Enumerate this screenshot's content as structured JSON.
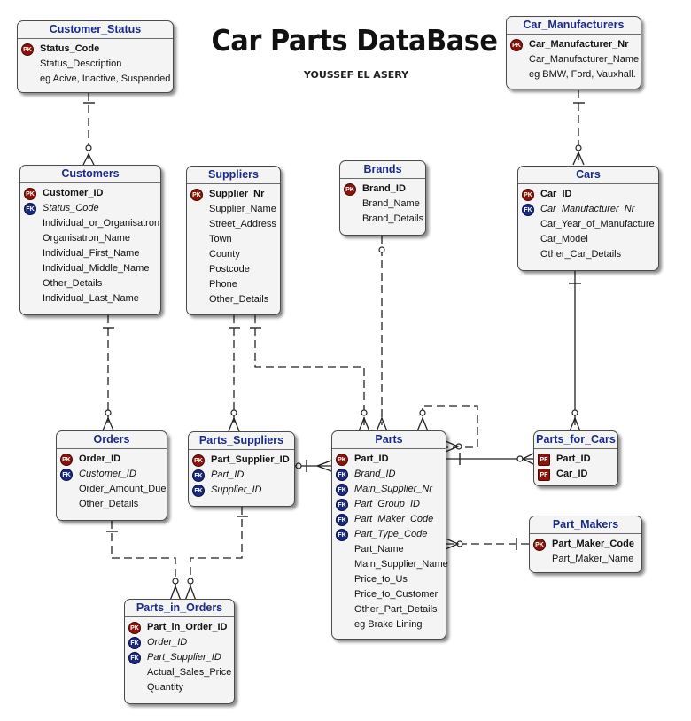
{
  "title": "Car Parts DataBase",
  "author": "YOUSSEF EL ASERY",
  "colors": {
    "header_text": "#1a2a8c",
    "pk_key": "#8a1408",
    "fk_key": "#1a2a80",
    "box_fill": "#f4f4f4"
  },
  "entities": {
    "customer_status": {
      "name": "Customer_Status",
      "fields": [
        {
          "name": "Status_Code",
          "key": "PK"
        },
        {
          "name": "Status_Description",
          "key": ""
        },
        {
          "name": "eg Acive, Inactive, Suspended",
          "key": ""
        }
      ]
    },
    "car_manufacturers": {
      "name": "Car_Manufacturers",
      "fields": [
        {
          "name": "Car_Manufacturer_Nr",
          "key": "PK"
        },
        {
          "name": "Car_Manufacturer_Name",
          "key": ""
        },
        {
          "name": "eg BMW, Ford, Vauxhall.",
          "key": ""
        }
      ]
    },
    "customers": {
      "name": "Customers",
      "fields": [
        {
          "name": "Customer_ID",
          "key": "PK"
        },
        {
          "name": "Status_Code",
          "key": "FK"
        },
        {
          "name": "Individual_or_Organisatron",
          "key": ""
        },
        {
          "name": "Organisatron_Name",
          "key": ""
        },
        {
          "name": "Individual_First_Name",
          "key": ""
        },
        {
          "name": "Individual_Middle_Name",
          "key": ""
        },
        {
          "name": "Other_Details",
          "key": ""
        },
        {
          "name": "Individual_Last_Name",
          "key": ""
        }
      ]
    },
    "suppliers": {
      "name": "Suppliers",
      "fields": [
        {
          "name": "Supplier_Nr",
          "key": "PK"
        },
        {
          "name": "Supplier_Name",
          "key": ""
        },
        {
          "name": "Street_Address",
          "key": ""
        },
        {
          "name": "Town",
          "key": ""
        },
        {
          "name": "County",
          "key": ""
        },
        {
          "name": "Postcode",
          "key": ""
        },
        {
          "name": "Phone",
          "key": ""
        },
        {
          "name": "Other_Details",
          "key": ""
        }
      ]
    },
    "brands": {
      "name": "Brands",
      "fields": [
        {
          "name": "Brand_ID",
          "key": "PK"
        },
        {
          "name": "Brand_Name",
          "key": ""
        },
        {
          "name": "Brand_Details",
          "key": ""
        }
      ]
    },
    "cars": {
      "name": "Cars",
      "fields": [
        {
          "name": "Car_ID",
          "key": "PK"
        },
        {
          "name": "Car_Manufacturer_Nr",
          "key": "FK"
        },
        {
          "name": "Car_Year_of_Manufacture",
          "key": ""
        },
        {
          "name": "Car_Model",
          "key": ""
        },
        {
          "name": "Other_Car_Details",
          "key": ""
        }
      ]
    },
    "orders": {
      "name": "Orders",
      "fields": [
        {
          "name": "Order_ID",
          "key": "PK"
        },
        {
          "name": "Customer_ID",
          "key": "FK"
        },
        {
          "name": "Order_Amount_Due",
          "key": ""
        },
        {
          "name": "Other_Details",
          "key": ""
        }
      ]
    },
    "parts_suppliers": {
      "name": "Parts_Suppliers",
      "fields": [
        {
          "name": "Part_Supplier_ID",
          "key": "PK"
        },
        {
          "name": "Part_ID",
          "key": "FK"
        },
        {
          "name": "Supplier_ID",
          "key": "FK"
        }
      ]
    },
    "parts": {
      "name": "Parts",
      "fields": [
        {
          "name": "Part_ID",
          "key": "PK"
        },
        {
          "name": "Brand_ID",
          "key": "FK"
        },
        {
          "name": "Main_Supplier_Nr",
          "key": "FK"
        },
        {
          "name": "Part_Group_ID",
          "key": "FK"
        },
        {
          "name": "Part_Maker_Code",
          "key": "FK"
        },
        {
          "name": "Part_Type_Code",
          "key": "FK"
        },
        {
          "name": "Part_Name",
          "key": ""
        },
        {
          "name": "Main_Supplier_Name",
          "key": ""
        },
        {
          "name": "Price_to_Us",
          "key": ""
        },
        {
          "name": "Price_to_Customer",
          "key": ""
        },
        {
          "name": "Other_Part_Details",
          "key": ""
        },
        {
          "name": "eg Brake Lining",
          "key": ""
        }
      ]
    },
    "parts_for_cars": {
      "name": "Parts_for_Cars",
      "fields": [
        {
          "name": "Part_ID",
          "key": "PF"
        },
        {
          "name": "Car_ID",
          "key": "PF"
        }
      ]
    },
    "part_makers": {
      "name": "Part_Makers",
      "fields": [
        {
          "name": "Part_Maker_Code",
          "key": "PK"
        },
        {
          "name": "Part_Maker_Name",
          "key": ""
        }
      ]
    },
    "parts_in_orders": {
      "name": "Parts_in_Orders",
      "fields": [
        {
          "name": "Part_in_Order_ID",
          "key": "PK"
        },
        {
          "name": "Order_ID",
          "key": "FK"
        },
        {
          "name": "Part_Supplier_ID",
          "key": "FK"
        },
        {
          "name": "Actual_Sales_Price",
          "key": ""
        },
        {
          "name": "Quantity",
          "key": ""
        }
      ]
    }
  }
}
